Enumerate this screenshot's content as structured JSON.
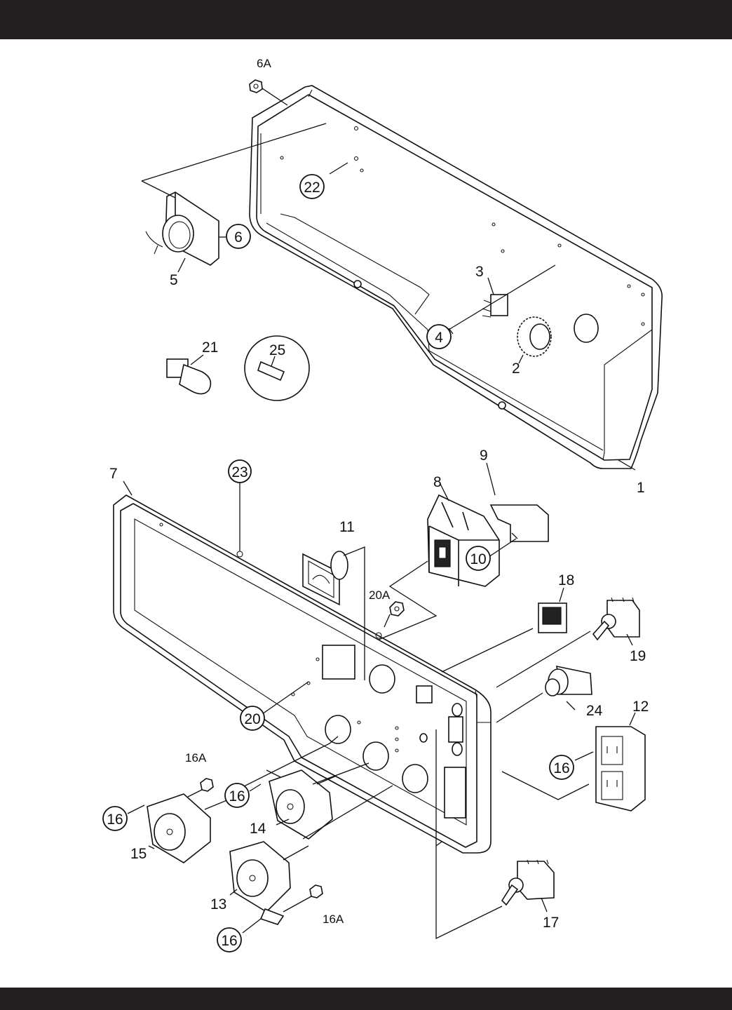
{
  "callouts": {
    "c1": "1",
    "c2": "2",
    "c3": "3",
    "c4": "4",
    "c5": "5",
    "c6": "6",
    "c6a": "6A",
    "c7": "7",
    "c8": "8",
    "c9": "9",
    "c10": "10",
    "c11": "11",
    "c12": "12",
    "c13": "13",
    "c14": "14",
    "c15": "15",
    "c16a": "16",
    "c16b": "16",
    "c16c": "16",
    "c16d": "16",
    "c16A_1": "16A",
    "c16A_2": "16A",
    "c17": "17",
    "c18": "18",
    "c19": "19",
    "c20": "20",
    "c20a": "20A",
    "c21": "21",
    "c22": "22",
    "c23": "23",
    "c24": "24",
    "c25": "25"
  },
  "colors": {
    "header_bar": "#231f20",
    "footer_bar": "#231f20",
    "line_art": "#111111",
    "background": "#ffffff"
  }
}
